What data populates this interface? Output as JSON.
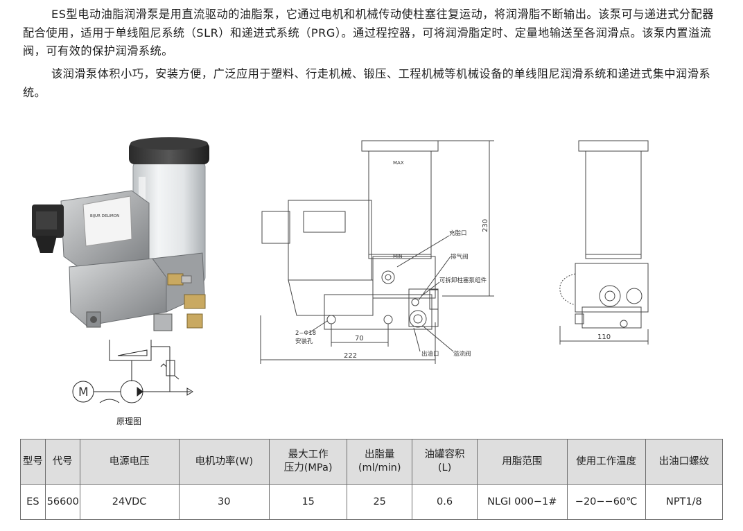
{
  "intro": {
    "paragraph_1": "ES型电动油脂润滑泵是用直流驱动的油脂泵，它通过电机和机械传动使柱塞往复运动，将润滑脂不断输出。该泵可与递进式分配器配合使用，适用于单线阻尼系统（SLR）和递进式系统（PRG）。通过程控器，可将润滑脂定时、定量地输送至各润滑点。该泵内置溢流阀，可有效的保护润滑系统。",
    "paragraph_2": "该润滑泵体积小巧，安装方便，广泛应用于塑料、行走机械、锻压、工程机械等机械设备的单线阻尼润滑系统和递进式集中润滑系统。"
  },
  "photo": {
    "brand_text": "BIJUR DELIMON"
  },
  "schematic": {
    "caption": "原理图",
    "motor_symbol": "M"
  },
  "front_drawing": {
    "label_max": "MAX",
    "label_min": "MIN",
    "label_fill_port": "充脂口",
    "label_vent_valve": "排气阀",
    "label_removable_piston": "可拆卸柱塞泵组件",
    "label_holes_1": "2−Φ18",
    "label_holes_2": "安装孔",
    "label_outlet": "出油口",
    "label_relief_valve": "溢流阀",
    "dim_height": "230",
    "dim_hole_spacing": "70",
    "dim_width": "222"
  },
  "side_drawing": {
    "dim_width": "110"
  },
  "spec_table": {
    "headers": [
      [
        "型号"
      ],
      [
        "代号"
      ],
      [
        "电源电压"
      ],
      [
        "电机功率(W)"
      ],
      [
        "最大工作",
        "压力(MPa)"
      ],
      [
        "出脂量",
        "(ml/min)"
      ],
      [
        "油罐容积",
        "(L)"
      ],
      [
        "用脂范围"
      ],
      [
        "使用工作温度"
      ],
      [
        "出油口螺纹"
      ]
    ],
    "rows": [
      [
        "ES",
        "56600",
        "24VDC",
        "30",
        "15",
        "25",
        "0.6",
        "NLGI 000−1#",
        "−20−−60℃",
        "NPT1/8"
      ]
    ]
  }
}
